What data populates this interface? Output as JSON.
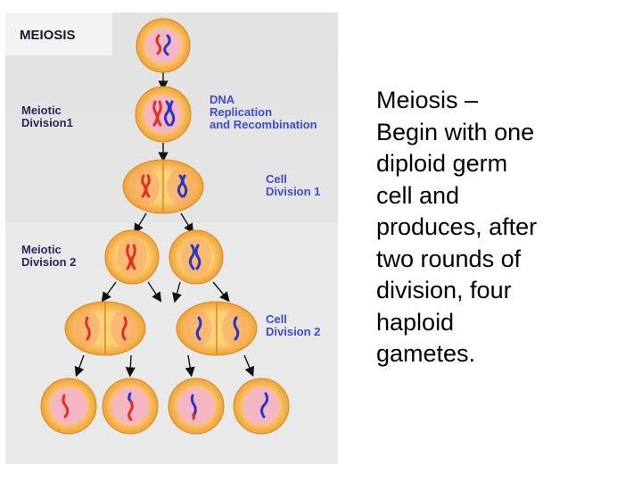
{
  "diagram": {
    "header": "MEIOSIS",
    "stage_labels": [
      {
        "lines": [
          "Meiotic",
          "Division1"
        ]
      },
      {
        "lines": [
          "Meiotic",
          "Division 2"
        ]
      }
    ],
    "event_labels": [
      {
        "lines": [
          "DNA",
          "Replication",
          "and Recombination"
        ]
      },
      {
        "lines": [
          "Cell",
          "Division 1"
        ]
      },
      {
        "lines": [
          "Cell",
          "Division 2"
        ]
      }
    ]
  },
  "caption": "Meiosis –\nBegin with one\ndiploid germ\ncell and\nproduces, after\ntwo rounds of\ndivision, four\nhaploid\ngametes.",
  "colors": {
    "panel": "#e4e4e4",
    "panel_light": "#f3f3f3",
    "cell_ring": "#f5b54a",
    "cell_ring_edge": "#d98a1a",
    "nucleus": "#f4b6c2",
    "chromosome_red": "#e0302a",
    "chromosome_blue": "#2b35c9",
    "arrow": "#111111"
  }
}
